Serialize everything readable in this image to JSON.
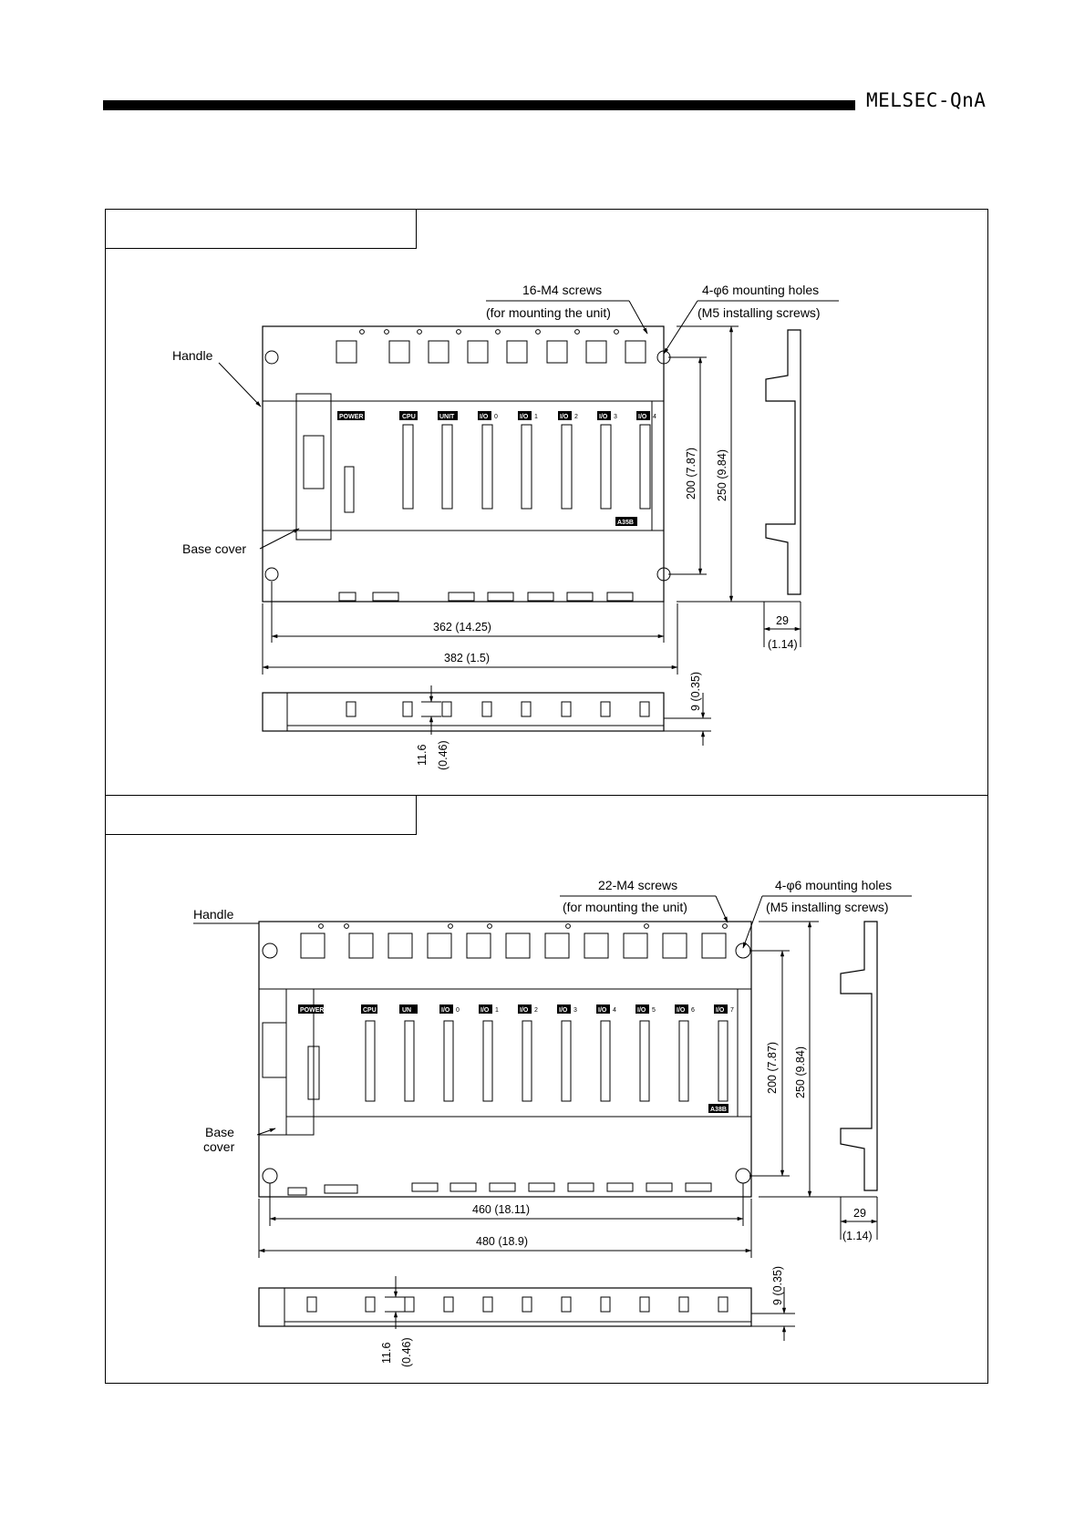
{
  "header": {
    "brand": "MELSEC-QnA"
  },
  "section1": {
    "title": "",
    "screws_label": "16-M4 screws",
    "screws_sublabel": "(for mounting the unit)",
    "holes_label": "4-φ6 mounting holes",
    "holes_sublabel": "(M5 installing screws)",
    "handle_label": "Handle",
    "base_cover_label": "Base cover",
    "dim_inner_width": "362 (14.25)",
    "dim_outer_width": "382 (1.5)",
    "dim_inner_height": "200 (7.87)",
    "dim_outer_height": "250 (9.84)",
    "dim_depth": "29",
    "dim_depth_in": "(1.14)",
    "dim_9": "9 (0.35)",
    "dim_11_6": "11.6",
    "dim_11_6_in": "(0.46)",
    "model": "A35B",
    "slot_labels": [
      "POWER",
      "CPU",
      "UNIT",
      "I/O",
      "I/O",
      "I/O",
      "I/O",
      "I/O"
    ],
    "slot_numbers": [
      "",
      "",
      "",
      "0",
      "1",
      "2",
      "3",
      "4"
    ]
  },
  "section2": {
    "title": "",
    "screws_label": "22-M4 screws",
    "screws_sublabel": "(for mounting the unit)",
    "holes_label": "4-φ6 mounting holes",
    "holes_sublabel": "(M5 installing screws)",
    "handle_label": "Handle",
    "base_cover_label_1": "Base",
    "base_cover_label_2": "cover",
    "dim_inner_width": "460 (18.11)",
    "dim_outer_width": "480 (18.9)",
    "dim_inner_height": "200 (7.87)",
    "dim_outer_height": "250 (9.84)",
    "dim_depth": "29",
    "dim_depth_in": "(1.14)",
    "dim_9": "9 (0.35)",
    "dim_11_6": "11.6",
    "dim_11_6_in": "(0.46)",
    "model": "A38B",
    "slot_labels": [
      "POWER",
      "CPU",
      "UN",
      "I/O",
      "I/O",
      "I/O",
      "I/O",
      "I/O",
      "I/O",
      "I/O",
      "I/O"
    ],
    "slot_numbers": [
      "",
      "",
      "",
      "0",
      "1",
      "2",
      "3",
      "4",
      "5",
      "6",
      "7"
    ]
  }
}
